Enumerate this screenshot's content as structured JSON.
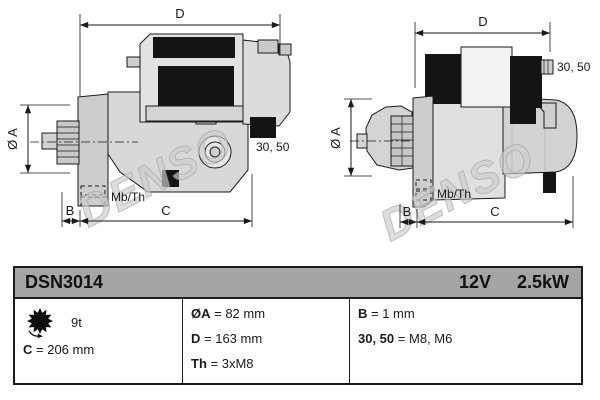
{
  "drawing": {
    "watermark": "DENSO",
    "labels": {
      "dim_d": "D",
      "dim_a": "Ø A",
      "dim_b": "B",
      "dim_c": "C",
      "mount": "Mb/Th",
      "terminals": "30, 50"
    }
  },
  "table": {
    "header": {
      "model": "DSN3014",
      "voltage": "12V",
      "power": "2.5kW"
    },
    "specs": {
      "teeth": {
        "value": "9t"
      },
      "c": {
        "label": "C",
        "value": "= 206 mm"
      },
      "a": {
        "label": "ØA",
        "value": "= 82 mm"
      },
      "d": {
        "label": "D",
        "value": "= 163 mm"
      },
      "th": {
        "label": "Th",
        "value": "= 3xM8"
      },
      "b": {
        "label": "B",
        "value": "= 1 mm"
      },
      "t3050": {
        "label": "30, 50",
        "value": "= M8, M6"
      }
    }
  },
  "colors": {
    "header_bg": "#a5a5a5",
    "line": "#1a1a1a",
    "body_fill": "#d9d9d9",
    "black_part": "#141414"
  }
}
